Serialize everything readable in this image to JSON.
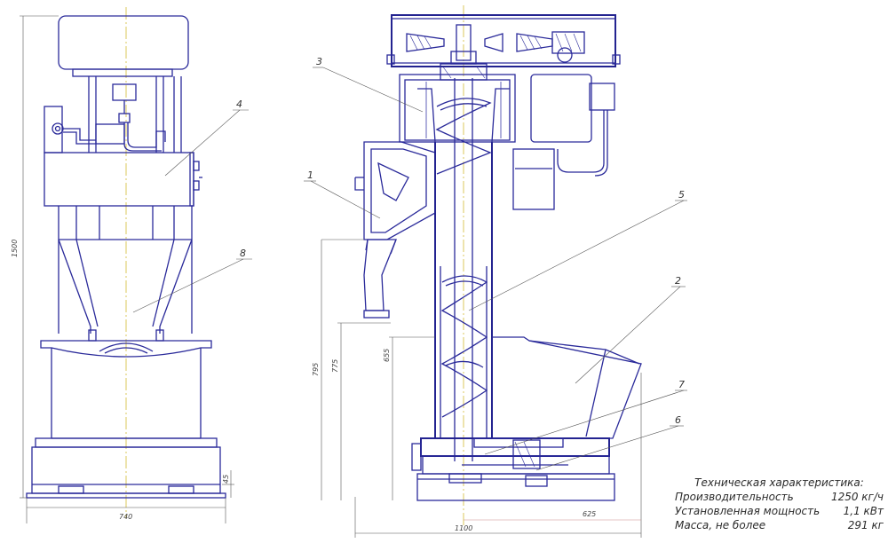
{
  "callouts": [
    "1",
    "2",
    "3",
    "4",
    "5",
    "6",
    "7",
    "8"
  ],
  "dimensions": {
    "overall_height": "1500",
    "base_width": "740",
    "base_plate": "45",
    "inlet_height": "795",
    "mid_height": "775",
    "bowl_height": "655",
    "auger_offset": "625",
    "overall_width": "1100"
  },
  "specs": {
    "title": "Техническая характеристика:",
    "rows": [
      {
        "label": "Производительность",
        "value": "1250 кг/ч"
      },
      {
        "label": "Установленная мощность",
        "value": "1,1 кВт"
      },
      {
        "label": "Масса, не более",
        "value": "291 кг"
      }
    ]
  },
  "colors": {
    "line": "#2a2a9a",
    "centerline": "#d8c24a",
    "dimension": "#555555"
  }
}
